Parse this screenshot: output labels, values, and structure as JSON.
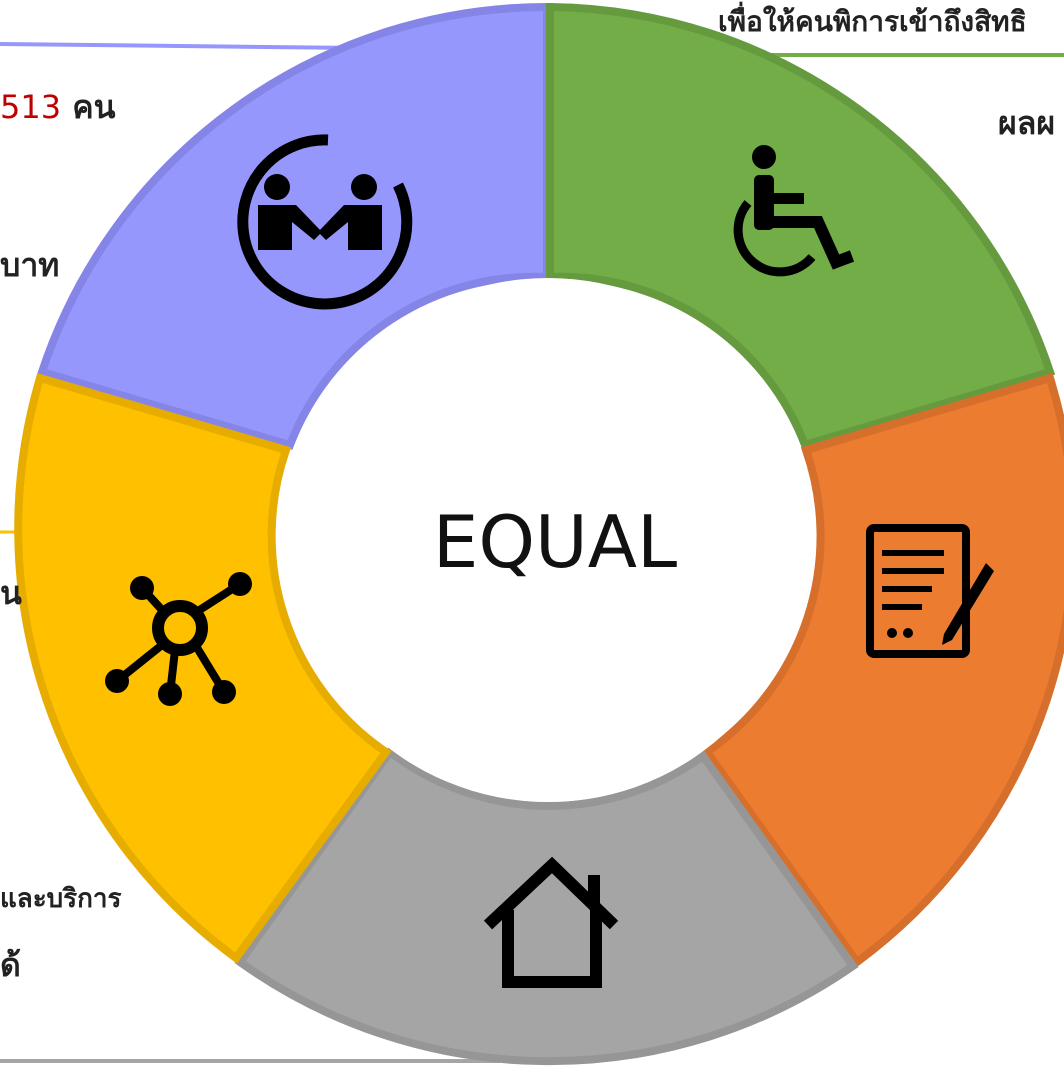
{
  "center_label": "EQUAL",
  "texts": {
    "top_right_caption": "เพื่อให้คนพิการเข้าถึงสิทธิ",
    "right_result": "ผลผ",
    "left_number": "513",
    "left_unit": " คน",
    "left_baht": "บาท",
    "left_mid": "น",
    "left_bottom_1": "และบริการ",
    "left_bottom_2": "ด้"
  },
  "segments": [
    {
      "name": "segment-accessibility",
      "icon": "wheelchair-icon",
      "color": "#72ad47"
    },
    {
      "name": "segment-document",
      "icon": "document-edit-icon",
      "color": "#ec7c30"
    },
    {
      "name": "segment-housing",
      "icon": "house-icon",
      "color": "#a5a5a5"
    },
    {
      "name": "segment-network",
      "icon": "network-hub-icon",
      "color": "#ffc000"
    },
    {
      "name": "segment-partnership",
      "icon": "handshake-icon",
      "color": "#9697fd"
    }
  ]
}
